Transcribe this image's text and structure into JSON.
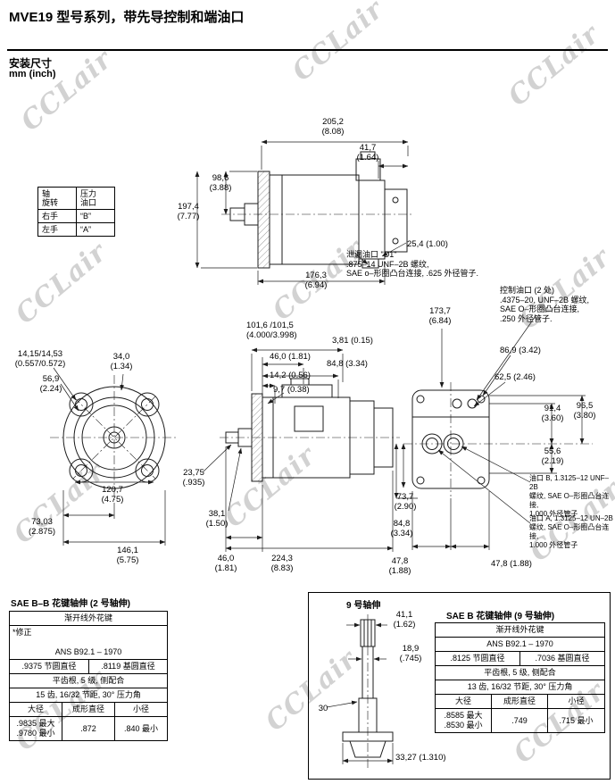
{
  "header": {
    "title": "MVE19 型号系列，带先导控制和端油口",
    "section": "安装尺寸",
    "units": "mm (inch)"
  },
  "watermark": {
    "text": "CCLair"
  },
  "rotation_table": {
    "col_shaft": "轴\n旋转",
    "col_port": "压力\n油口",
    "rows": [
      {
        "dir": "右手",
        "port": "“B”"
      },
      {
        "dir": "左手",
        "port": "“A”"
      }
    ]
  },
  "top_view": {
    "dim_length_total": "205,2\n(8.08)",
    "dim_41_7": "41,7\n(1.64)",
    "dim_98_6": "98,6\n(3.88)",
    "dim_197_4": "197,4\n(7.77)",
    "dim_25_4": "25,4 (1.00)",
    "dim_176_3": "176,3\n(6.94)",
    "leak_note": "泄漏油口 \"D1\"\n.875–14 UNF–2B 螺纹,\nSAE o–形圈凸台连接, .625 外径管子."
  },
  "front_view": {
    "dim_hole": "14,15/14,53\n(0.557/0.572)",
    "dim_34_0": "34,0\n(1.34)",
    "dim_56_9": "56,9\n(2.24)",
    "dim_120_7": "120,7\n(4.75)",
    "dim_73_03": "73,03\n(2.875)",
    "dim_146_1": "146,1\n(5.75)"
  },
  "side_view": {
    "dim_pilot": "101,6 /101,5\n(4.000/3.998)",
    "dim_3_81": "3,81 (0.15)",
    "dim_46_0_top": "46,0 (1.81)",
    "dim_84_8": "84,8 (3.34)",
    "dim_14_2": "14,2 (0.56)",
    "dim_9_7": "9,7 (0.38)",
    "dim_23_75": "23,75\n(.935)",
    "dim_38_1": "38,1\n(1.50)",
    "dim_46_0_bottom": "46,0\n(1.81)",
    "dim_224_3": "224,3\n(8.83)"
  },
  "rear_view": {
    "dim_173_7": "173,7\n(6.84)",
    "control_note": "控制油口 (2 处)\n.4375–20, UNF–2B 螺纹,\nSAE O–形圈凸台连接,\n.250 外径管子.",
    "dim_86_9": "86,9 (3.42)",
    "dim_62_5": "62,5 (2.46)",
    "dim_91_4": "91,4\n(3.60)",
    "dim_96_5": "96,5\n(3.80)",
    "dim_55_6": "55,6\n(2.19)",
    "dim_73_7": "73,7\n(2.90)",
    "dim_84_8": "84,8\n(3.34)",
    "dim_47_8_left": "47,8\n(1.88)",
    "dim_47_8_right": "47,8 (1.88)",
    "port_b_note": "油口 B, 1.3125–12 UNF–2B\n螺纹, SAE O–形圈凸台连接,\n1.000 外径管子",
    "port_a_note": "油口 A, 1.3125–12 UN–2B\n螺纹, SAE O–形圈凸台连接,\n1.000 外径管子"
  },
  "spline_bb": {
    "title": "SAE B–B 花键轴伸 (2 号轴伸)",
    "head": "渐开线外花键",
    "mod_mark": "*修正",
    "standard": "ANS B92.1 – 1970",
    "pitch_dia": ".9375 节圆直径",
    "base_dia": ".8119 基圆直径",
    "root_fit": "平齿根, 5 级, 侧配合",
    "teeth": "15 齿, 16/32 节距, 30° 压力角",
    "major_label": "大径",
    "major_val": ".9835 最大\n.9780 最小",
    "form_label": "成形直径",
    "form_val": ".872",
    "minor_label": "小径",
    "minor_val": ".840 最小"
  },
  "shaft9": {
    "label": "9 号轴伸",
    "dim_41_1": "41,1\n(1.62)",
    "dim_18_9": "18,9\n(.745)",
    "dim_30": "30",
    "dim_33_27": "33,27 (1.310)"
  },
  "spline_b": {
    "title": "SAE B 花键轴伸 (9 号轴伸)",
    "head": "渐开线外花键",
    "standard": "ANS B92.1 – 1970",
    "pitch_dia": ".8125 节圆直径",
    "base_dia": ".7036 基圆直径",
    "root_fit": "平齿根, 5 级, 侧配合",
    "teeth": "13 齿, 16/32 节距, 30° 压力角",
    "major_label": "大径",
    "major_val": ".8585 最大\n.8530 最小",
    "form_label": "成形直径",
    "form_val": ".749",
    "minor_label": "小径",
    "minor_val": ".715 最小"
  }
}
